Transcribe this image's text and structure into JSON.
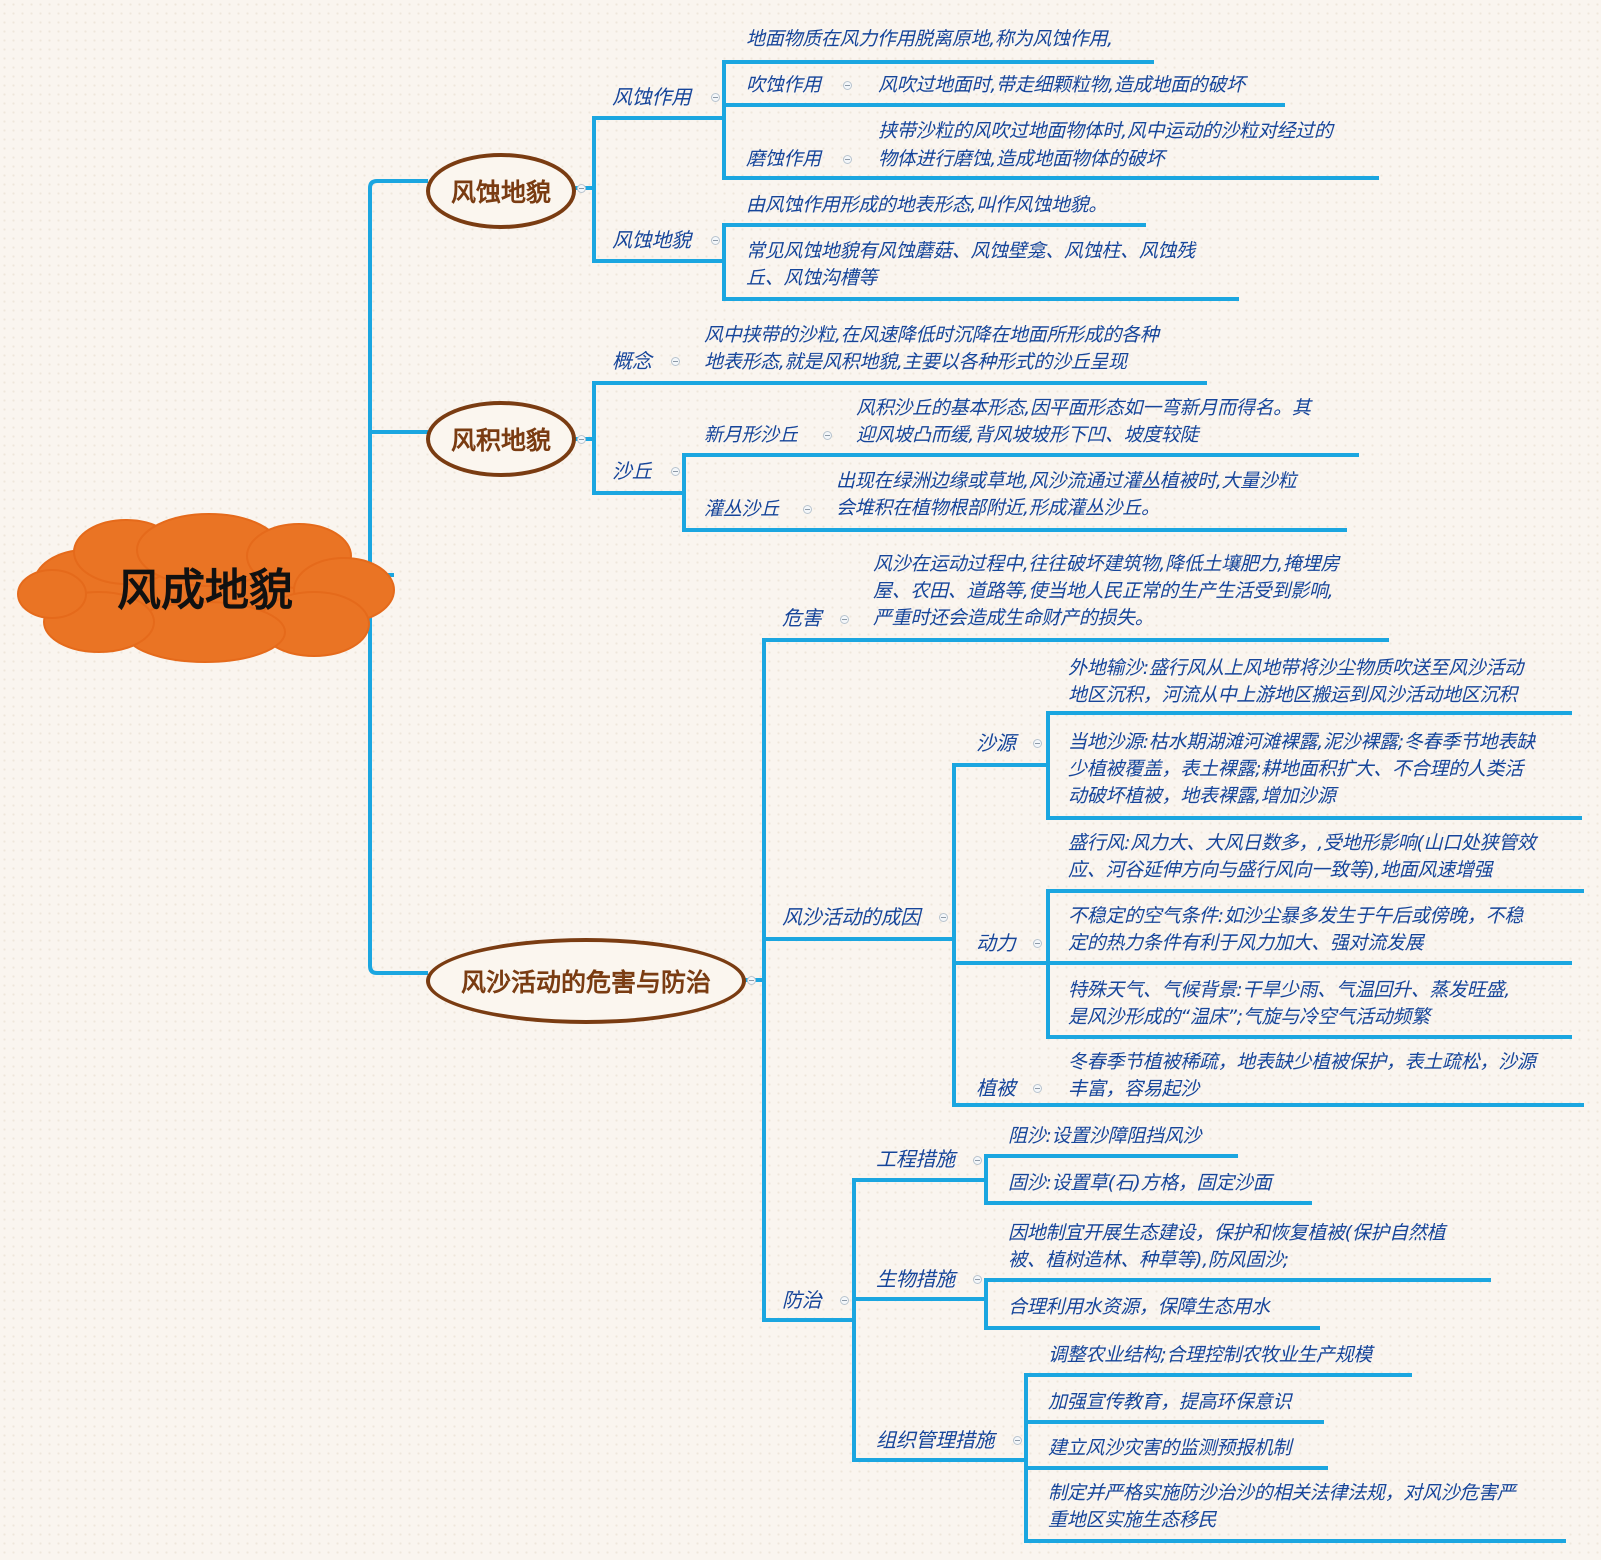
{
  "root": {
    "title": "风成地貌"
  },
  "branches": {
    "erosion": {
      "title": "风蚀地貌",
      "action": {
        "label": "风蚀作用",
        "definition": "地面物质在风力作用脱离原地,称为风蚀作用,",
        "blow": {
          "label": "吹蚀作用",
          "text": "风吹过地面时,带走细颗粒物,造成地面的破坏"
        },
        "abrasion": {
          "label": "磨蚀作用",
          "line1": "挟带沙粒的风吹过地面物体时,风中运动的沙粒对经过的",
          "line2": "物体进行磨蚀,造成地面物体的破坏"
        }
      },
      "landform": {
        "label": "风蚀地貌",
        "definition": "由风蚀作用形成的地表形态,叫作风蚀地貌。",
        "examples_line1": "常见风蚀地貌有风蚀蘑菇、风蚀壁龛、风蚀柱、风蚀残",
        "examples_line2": "丘、风蚀沟槽等"
      }
    },
    "deposition": {
      "title": "风积地貌",
      "concept": {
        "label": "概念",
        "line1": "风中挟带的沙粒,在风速降低时沉降在地面所形成的各种",
        "line2": "地表形态,就是风积地貌,主要以各种形式的沙丘呈现"
      },
      "dunes": {
        "label": "沙丘",
        "crescent": {
          "label": "新月形沙丘",
          "line1": "风积沙丘的基本形态,因平面形态如一弯新月而得名。其",
          "line2": "迎风坡凸而缓,背风坡坡形下凹、坡度较陡"
        },
        "shrub": {
          "label": "灌丛沙丘",
          "line1": "出现在绿洲边缘或草地,风沙流通过灌丛植被时,大量沙粒",
          "line2": "会堆积在植物根部附近,形成灌丛沙丘。"
        }
      }
    },
    "sandstorm": {
      "title": "风沙活动的危害与防治",
      "harm": {
        "label": "危害",
        "line1": "风沙在运动过程中,往往破坏建筑物,降低土壤肥力,掩埋房",
        "line2": "屋、农田、道路等,使当地人民正常的生产生活受到影响,",
        "line3": "严重时还会造成生命财产的损失。"
      },
      "causes": {
        "label": "风沙活动的成因",
        "source": {
          "label": "沙源",
          "external_line1": "外地输沙:盛行风从上风地带将沙尘物质吹送至风沙活动",
          "external_line2": "地区沉积，河流从中上游地区搬运到风沙活动地区沉积",
          "local_line1": "当地沙源:枯水期湖滩河滩裸露,泥沙裸露;冬春季节地表缺",
          "local_line2": "少植被覆盖，表土裸露;耕地面积扩大、不合理的人类活",
          "local_line3": "动破坏植被，地表裸露,增加沙源"
        },
        "power": {
          "label": "动力",
          "wind_line1": "盛行风:风力大、大风日数多，,受地形影响(山口处狭管效",
          "wind_line2": "应、河谷延伸方向与盛行风向一致等),地面风速增强",
          "air_line1": "不稳定的空气条件:如沙尘暴多发生于午后或傍晚，不稳",
          "air_line2": "定的热力条件有利于风力加大、强对流发展",
          "climate_line1": "特殊天气、气候背景:干旱少雨、气温回升、蒸发旺盛,",
          "climate_line2": "是风沙形成的“温床”;气旋与冷空气活动频繁"
        },
        "vegetation": {
          "label": "植被",
          "line1": "冬春季节植被稀疏，地表缺少植被保护，表土疏松，沙源",
          "line2": "丰富，容易起沙"
        }
      },
      "control": {
        "label": "防治",
        "engineering": {
          "label": "工程措施",
          "block": "阻沙:设置沙障阻挡风沙",
          "fix": "固沙:设置草(石)方格，固定沙面"
        },
        "biological": {
          "label": "生物措施",
          "line1": "因地制宜开展生态建设，保护和恢复植被(保护自然植",
          "line2": "被、植树造林、种草等),防风固沙;",
          "water": "合理利用水资源，保障生态用水"
        },
        "management": {
          "label": "组织管理措施",
          "item1": "调整农业结构;合理控制农牧业生产规模",
          "item2": "加强宣传教育，提高环保意识",
          "item3": "建立风沙灾害的监测预报机制",
          "item4_line1": "制定并严格实施防沙治沙的相关法律法规，对风沙危害严",
          "item4_line2": "重地区实施生态移民"
        }
      }
    }
  },
  "colors": {
    "connector": "#1ba6e0",
    "text": "#16459a",
    "oval_border": "#7a3c12",
    "cloud": "#ea7424"
  }
}
